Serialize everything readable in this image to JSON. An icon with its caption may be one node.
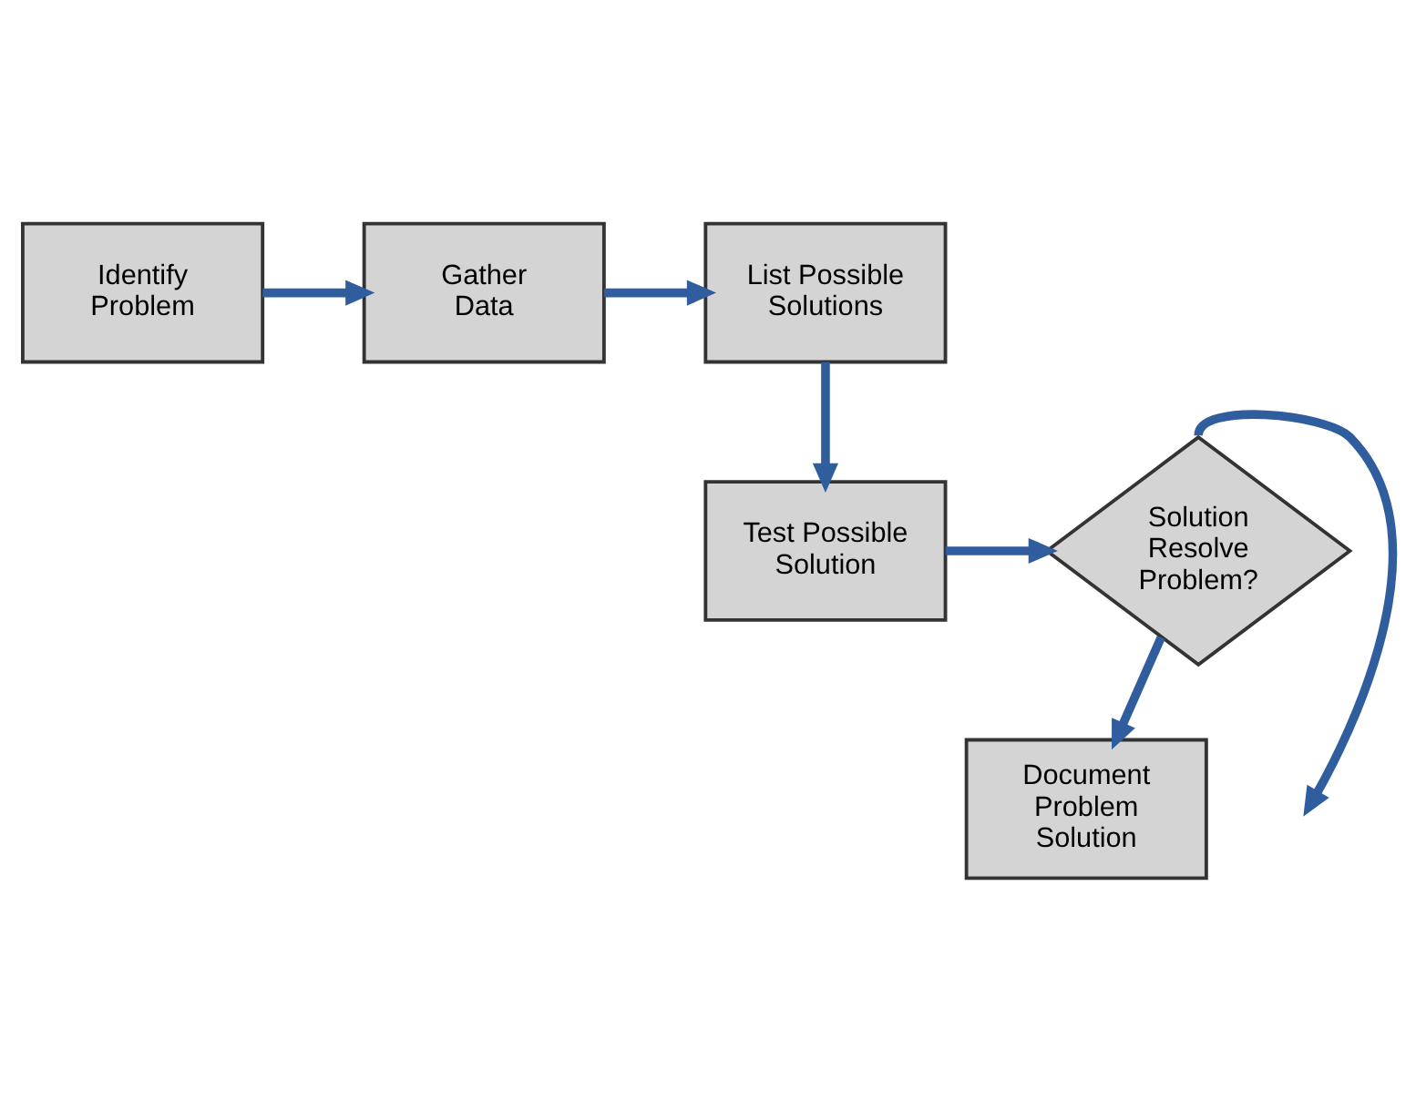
{
  "diagram": {
    "nodes": [
      {
        "text": [
          "Identify Problem"
        ]
      },
      {
        "text": [
          "Gather Data"
        ]
      },
      {
        "text": [
          "List Possible Solutions"
        ]
      },
      {
        "text": [
          "Solution Resolve Problem?"
        ]
      },
      {
        "text": [
          "Test Possible Solution"
        ]
      },
      {
        "text": [
          "Document Problem Solution"
        ]
      }
    ],
    "edges": [
      {
        "from": 0,
        "to": 1,
        "arrow": "to"
      },
      {
        "from": 1,
        "to": 2,
        "arrow": "to"
      },
      {
        "from": 2,
        "to": 4,
        "arrow": "to"
      },
      {
        "from": 4,
        "to": 3,
        "arrow": "to"
      },
      {
        "from": 3,
        "to": 5,
        "arrow": "to"
      },
      {
        "from": 3,
        "to": null,
        "arrow": "to"
      }
    ]
  }
}
